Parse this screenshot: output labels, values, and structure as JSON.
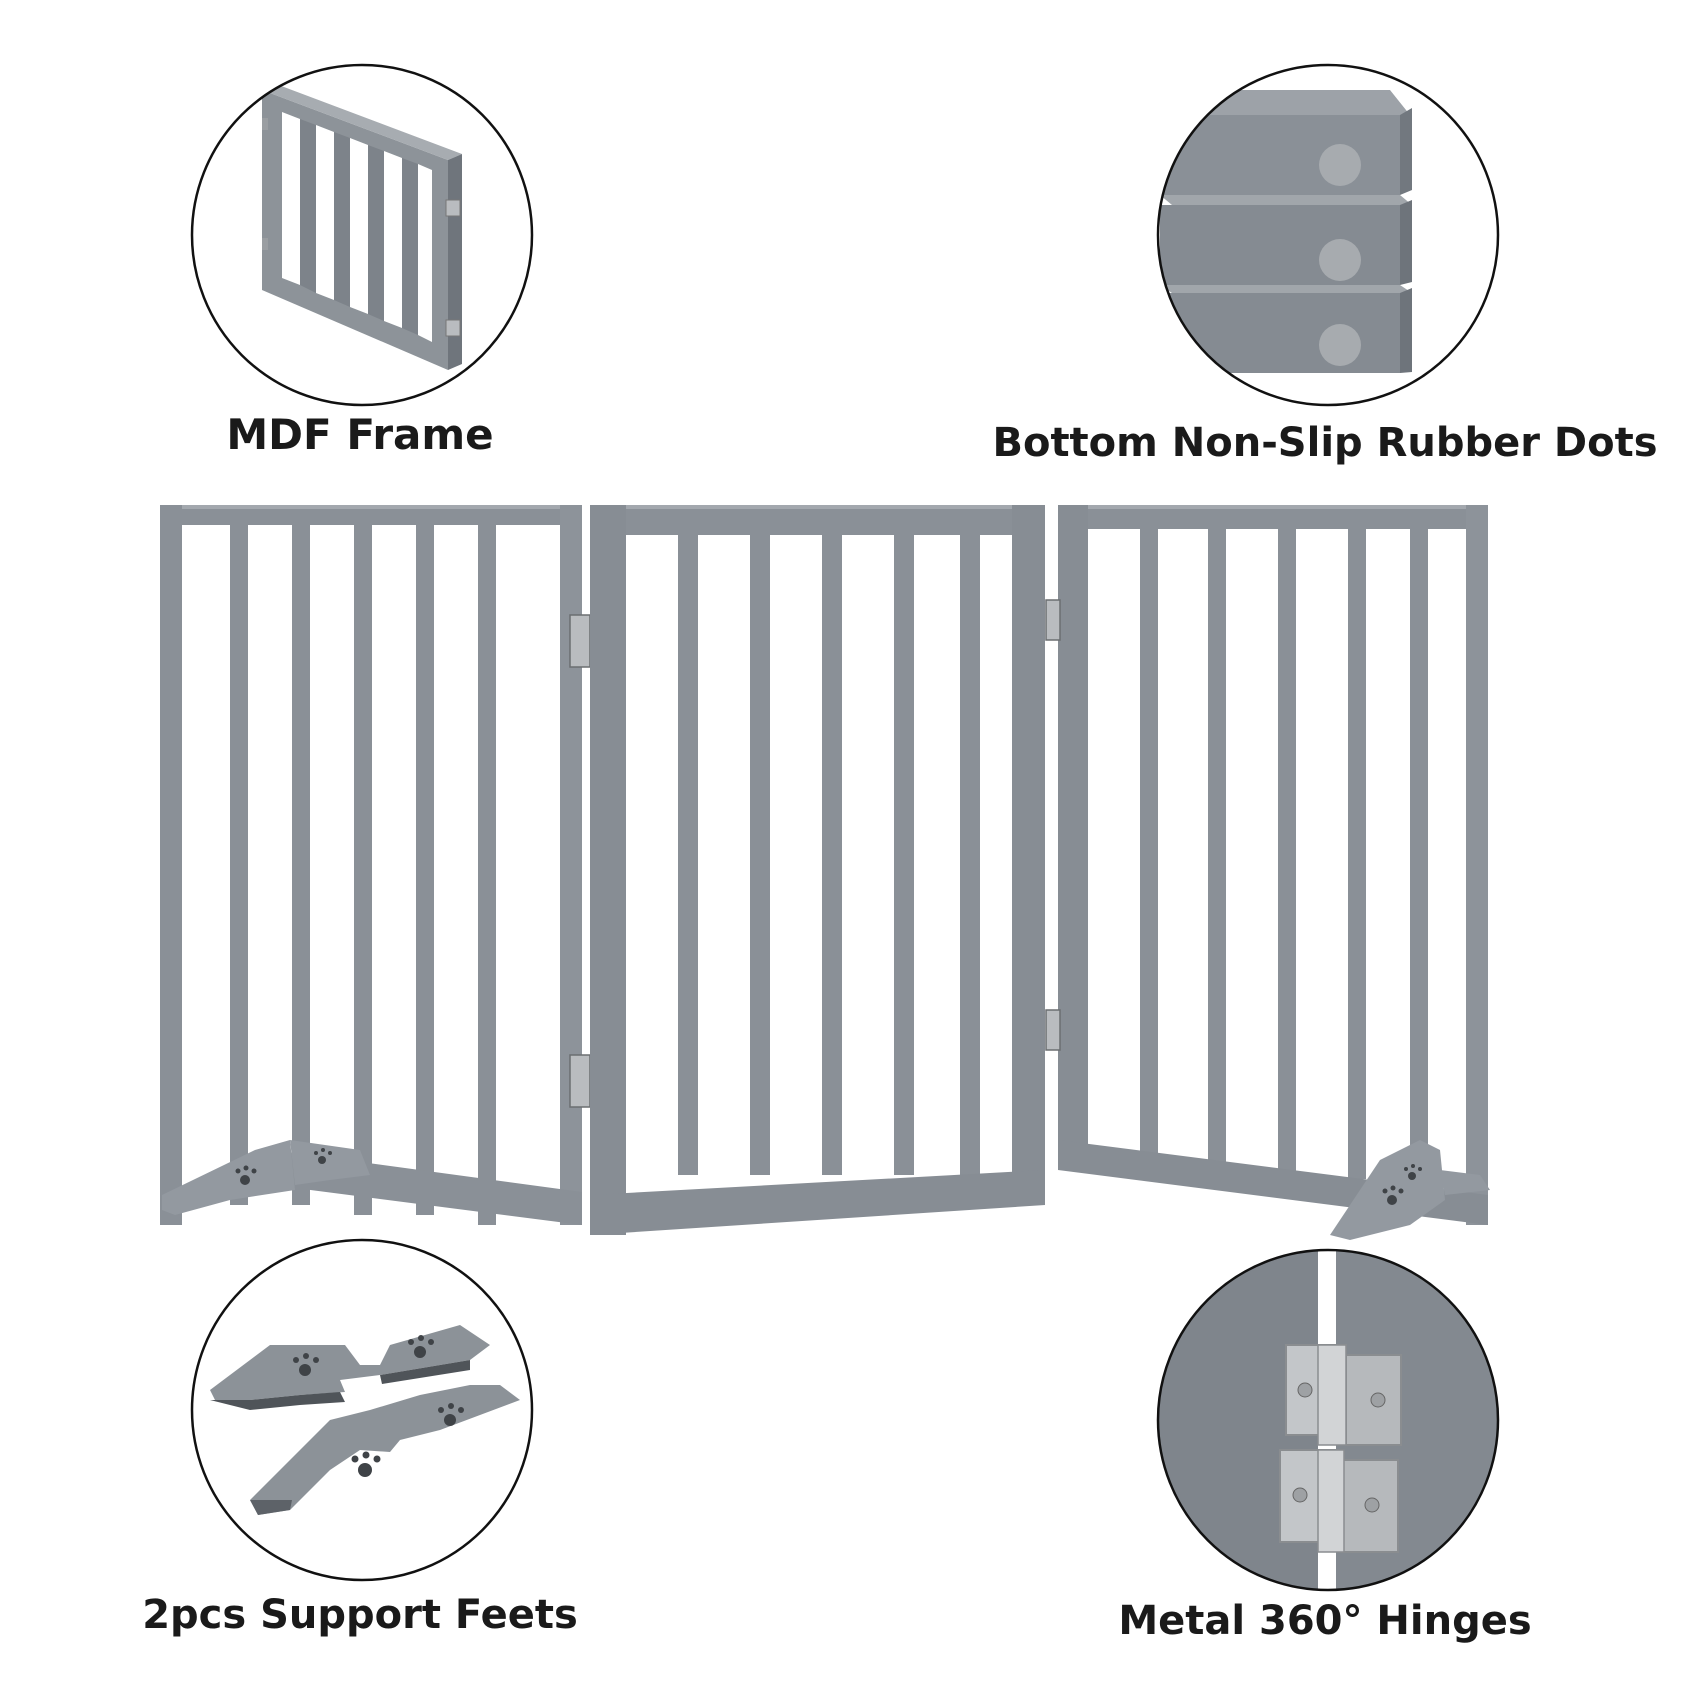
{
  "colors": {
    "background": "#ffffff",
    "gate_gray": "#8a9097",
    "gate_gray_dark": "#6f757c",
    "gate_gray_light": "#a3a8ae",
    "hinge_metal": "#b9bcbf",
    "text": "#1a1a1a"
  },
  "callouts": {
    "top_left": {
      "label": "MDF Frame",
      "icon": "mdf-frame-closeup"
    },
    "top_right": {
      "label": "Bottom Non-Slip Rubber Dots",
      "icon": "rubber-dots-closeup"
    },
    "bottom_left": {
      "label": "2pcs Support Feets",
      "icon": "support-feet-closeup"
    },
    "bottom_right": {
      "label": "Metal 360° Hinges",
      "icon": "hinges-closeup"
    }
  }
}
